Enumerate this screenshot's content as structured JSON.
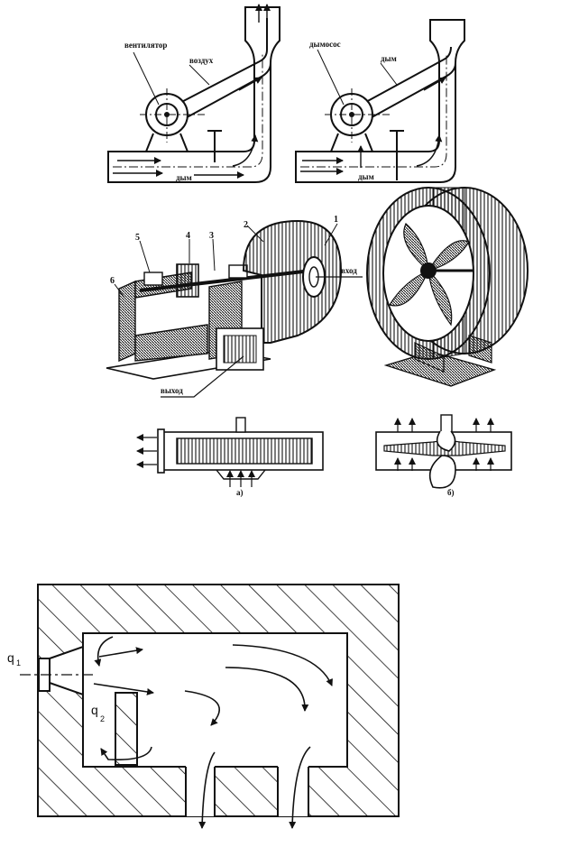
{
  "fig1": {
    "left": {
      "fan_label": "вентилятор",
      "air_label": "воздух",
      "smoke_label": "дым"
    },
    "right": {
      "fan_label": "дымосос",
      "air_label": "дым",
      "smoke_label": "дым"
    }
  },
  "fig2": {
    "inlet_label": "вход",
    "outlet_label": "выход",
    "parts": [
      "1",
      "2",
      "3",
      "4",
      "5",
      "6"
    ]
  },
  "fig3": {
    "caption_a": "а)",
    "caption_b": "б)"
  },
  "fig4": {
    "q1_main": "q",
    "q1_sub": "1",
    "q2_main": "q",
    "q2_sub": "2"
  },
  "colors": {
    "ink": "#111111",
    "paper": "#ffffff"
  }
}
